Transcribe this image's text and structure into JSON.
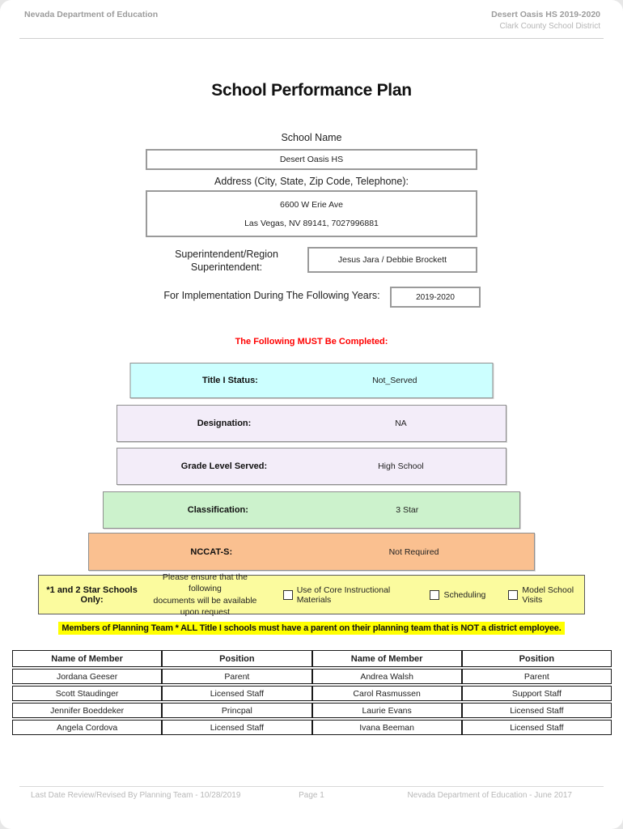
{
  "header": {
    "left": "Nevada Department of Education",
    "right_line1": "Desert Oasis HS  2019-2020",
    "right_line2": "Clark County School District"
  },
  "title": "School Performance Plan",
  "form": {
    "school_name_label": "School Name",
    "school_name_value": "Desert Oasis HS",
    "address_label": "Address (City, State, Zip Code, Telephone):",
    "address_line1": "6600 W Erie Ave",
    "address_line2": "Las Vegas, NV  89141, 7027996881",
    "superintendent_label_line1": "Superintendent/Region",
    "superintendent_label_line2": "Superintendent:",
    "superintendent_value": "Jesus Jara / Debbie Brockett",
    "implementation_label": "For Implementation During The Following Years:",
    "implementation_value": "2019-2020"
  },
  "must_complete_notice": "The Following MUST Be Completed:",
  "status_rows": [
    {
      "label": "Title I Status:",
      "value": "Not_Served",
      "bg": "#ccffff"
    },
    {
      "label": "Designation:",
      "value": "NA",
      "bg": "#f3edf9"
    },
    {
      "label": "Grade Level Served:",
      "value": "High School",
      "bg": "#f3edf9"
    },
    {
      "label": "Classification:",
      "value": "3 Star",
      "bg": "#ccf2cc"
    },
    {
      "label": "NCCAT-S:",
      "value": "Not Required",
      "bg": "#fac090"
    }
  ],
  "star_schools": {
    "label": "*1 and 2 Star Schools Only:",
    "note_line1": "Please ensure that the following",
    "note_line2": "documents will be available upon request",
    "checkboxes": [
      "Use of Core Instructional Materials",
      "Scheduling",
      "Model School Visits"
    ],
    "bg": "#fbfb9e"
  },
  "planning_team_notice": "Members of Planning Team * ALL Title I schools must have a parent on their planning team that is NOT a district employee.",
  "members_table": {
    "headers": [
      "Name of Member",
      "Position",
      "Name of Member",
      "Position"
    ],
    "rows": [
      [
        "Jordana Geeser",
        "Parent",
        "Andrea Walsh",
        "Parent"
      ],
      [
        "Scott Staudinger",
        "Licensed Staff",
        "Carol Rasmussen",
        "Support Staff"
      ],
      [
        "Jennifer Boeddeker",
        "Princpal",
        "Laurie Evans",
        "Licensed Staff"
      ],
      [
        "Angela Cordova",
        "Licensed Staff",
        "Ivana Beeman",
        "Licensed Staff"
      ]
    ]
  },
  "footer": {
    "left": "Last Date Review/Revised By Planning Team - 10/28/2019",
    "center": "Page 1",
    "right": "Nevada Department of Education - June 2017"
  },
  "colors": {
    "notice_red": "#ff0000",
    "highlight_yellow": "#ffff00",
    "header_gray": "#9c9c9c"
  }
}
